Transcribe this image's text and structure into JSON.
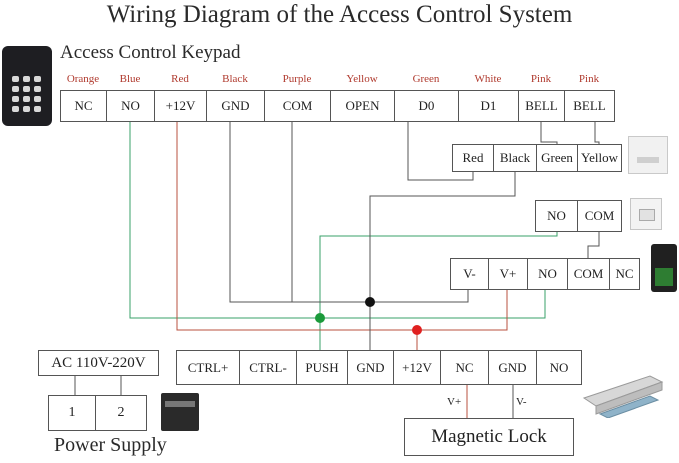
{
  "title": "Wiring Diagram of the Access Control System",
  "keypad": {
    "heading": "Access Control Keypad",
    "wire_colors": [
      "Orange",
      "Blue",
      "Red",
      "Black",
      "Purple",
      "Yellow",
      "Green",
      "White",
      "Pink",
      "Pink"
    ],
    "terminals": [
      "NC",
      "NO",
      "+12V",
      "GND",
      "COM",
      "OPEN",
      "D0",
      "D1",
      "BELL",
      "BELL"
    ]
  },
  "doorbell": {
    "terminals": [
      "Red",
      "Black",
      "Green",
      "Yellow"
    ]
  },
  "exit_button": {
    "terminals": [
      "NO",
      "COM"
    ]
  },
  "remote_receiver": {
    "terminals": [
      "V-",
      "V+",
      "NO",
      "COM",
      "NC"
    ]
  },
  "controller": {
    "terminals": [
      "CTRL+",
      "CTRL-",
      "PUSH",
      "GND",
      "+12V",
      "NC",
      "GND",
      "NO"
    ]
  },
  "power_supply": {
    "input_label": "AC 110V-220V",
    "terminals": [
      "1",
      "2"
    ],
    "heading": "Power Supply"
  },
  "magnetic_lock": {
    "label": "Magnetic Lock",
    "polarity": [
      "V+",
      "V-"
    ]
  },
  "colors": {
    "wire_red": "#b8503f",
    "wire_green": "#3aa06a",
    "wire_dark": "#555555",
    "junction_red": "#e02020",
    "junction_green": "#1a9a3a",
    "junction_black": "#111111",
    "label_red": "#b03a2e"
  }
}
